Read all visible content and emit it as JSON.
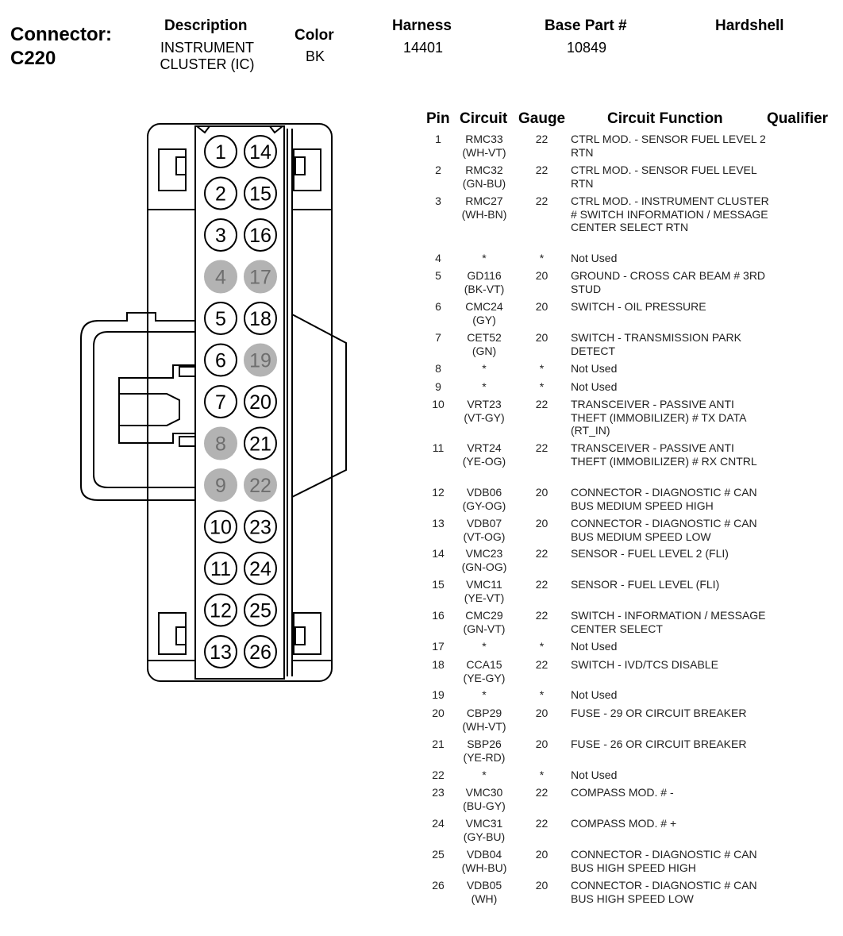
{
  "header": {
    "connector_label": "Connector:",
    "connector_id": "C220",
    "description_label": "Description",
    "description_value": "INSTRUMENT CLUSTER (IC)",
    "color_label": "Color",
    "color_value": "BK",
    "harness_label": "Harness",
    "harness_value": "14401",
    "base_part_label": "Base Part #",
    "base_part_value": "10849",
    "hardshell_label": "Hardshell"
  },
  "table": {
    "columns": [
      "Pin",
      "Circuit",
      "Gauge",
      "Circuit Function",
      "Qualifier"
    ],
    "rows": [
      {
        "pin": "1",
        "circuit": "RMC33",
        "color": "(WH-VT)",
        "gauge": "22",
        "function": "CTRL MOD. - SENSOR FUEL LEVEL 2 RTN"
      },
      {
        "pin": "2",
        "circuit": "RMC32",
        "color": "(GN-BU)",
        "gauge": "22",
        "function": "CTRL MOD. - SENSOR FUEL LEVEL RTN"
      },
      {
        "pin": "3",
        "circuit": "RMC27",
        "color": "(WH-BN)",
        "gauge": "22",
        "function": "CTRL MOD. - INSTRUMENT CLUSTER # SWITCH INFORMATION / MESSAGE CENTER SELECT RTN"
      },
      {
        "pin": "4",
        "circuit": "*",
        "color": "",
        "gauge": "*",
        "function": "Not Used"
      },
      {
        "pin": "5",
        "circuit": "GD116",
        "color": "(BK-VT)",
        "gauge": "20",
        "function": "GROUND - CROSS CAR BEAM # 3RD STUD"
      },
      {
        "pin": "6",
        "circuit": "CMC24",
        "color": "(GY)",
        "gauge": "20",
        "function": "SWITCH - OIL PRESSURE"
      },
      {
        "pin": "7",
        "circuit": "CET52",
        "color": "(GN)",
        "gauge": "20",
        "function": "SWITCH - TRANSMISSION PARK DETECT"
      },
      {
        "pin": "8",
        "circuit": "*",
        "color": "",
        "gauge": "*",
        "function": "Not Used"
      },
      {
        "pin": "9",
        "circuit": "*",
        "color": "",
        "gauge": "*",
        "function": "Not Used"
      },
      {
        "pin": "10",
        "circuit": "VRT23",
        "color": "(VT-GY)",
        "gauge": "22",
        "function": "TRANSCEIVER - PASSIVE ANTI THEFT (IMMOBILIZER) # TX DATA (RT_IN)"
      },
      {
        "pin": "11",
        "circuit": "VRT24",
        "color": "(YE-OG)",
        "gauge": "22",
        "function": "TRANSCEIVER - PASSIVE ANTI THEFT (IMMOBILIZER) # RX CNTRL"
      },
      {
        "pin": "12",
        "circuit": "VDB06",
        "color": "(GY-OG)",
        "gauge": "20",
        "function": "CONNECTOR - DIAGNOSTIC # CAN BUS MEDIUM SPEED HIGH"
      },
      {
        "pin": "13",
        "circuit": "VDB07",
        "color": "(VT-OG)",
        "gauge": "20",
        "function": "CONNECTOR - DIAGNOSTIC # CAN BUS MEDIUM SPEED LOW"
      },
      {
        "pin": "14",
        "circuit": "VMC23",
        "color": "(GN-OG)",
        "gauge": "22",
        "function": "SENSOR - FUEL LEVEL 2 (FLI)"
      },
      {
        "pin": "15",
        "circuit": "VMC11",
        "color": "(YE-VT)",
        "gauge": "22",
        "function": "SENSOR - FUEL LEVEL (FLI)"
      },
      {
        "pin": "16",
        "circuit": "CMC29",
        "color": "(GN-VT)",
        "gauge": "22",
        "function": "SWITCH - INFORMATION / MESSAGE CENTER SELECT"
      },
      {
        "pin": "17",
        "circuit": "*",
        "color": "",
        "gauge": "*",
        "function": "Not Used"
      },
      {
        "pin": "18",
        "circuit": "CCA15",
        "color": "(YE-GY)",
        "gauge": "22",
        "function": "SWITCH - IVD/TCS DISABLE"
      },
      {
        "pin": "19",
        "circuit": "*",
        "color": "",
        "gauge": "*",
        "function": "Not Used"
      },
      {
        "pin": "20",
        "circuit": "CBP29",
        "color": "(WH-VT)",
        "gauge": "20",
        "function": "FUSE - 29 OR CIRCUIT BREAKER"
      },
      {
        "pin": "21",
        "circuit": "SBP26",
        "color": "(YE-RD)",
        "gauge": "20",
        "function": "FUSE - 26 OR CIRCUIT BREAKER"
      },
      {
        "pin": "22",
        "circuit": "*",
        "color": "",
        "gauge": "*",
        "function": "Not Used"
      },
      {
        "pin": "23",
        "circuit": "VMC30",
        "color": "(BU-GY)",
        "gauge": "22",
        "function": "COMPASS MOD. # -"
      },
      {
        "pin": "24",
        "circuit": "VMC31",
        "color": "(GY-BU)",
        "gauge": "22",
        "function": "COMPASS MOD. # +"
      },
      {
        "pin": "25",
        "circuit": "VDB04",
        "color": "(WH-BU)",
        "gauge": "20",
        "function": "CONNECTOR - DIAGNOSTIC # CAN BUS HIGH SPEED HIGH"
      },
      {
        "pin": "26",
        "circuit": "VDB05",
        "color": "(WH)",
        "gauge": "20",
        "function": "CONNECTOR - DIAGNOSTIC # CAN BUS HIGH SPEED LOW"
      }
    ]
  },
  "diagram": {
    "left_column": [
      "1",
      "2",
      "3",
      "4",
      "5",
      "6",
      "7",
      "8",
      "9",
      "10",
      "11",
      "12",
      "13"
    ],
    "right_column": [
      "14",
      "15",
      "16",
      "17",
      "18",
      "19",
      "20",
      "21",
      "22",
      "23",
      "24",
      "25",
      "26"
    ],
    "unused_pins": [
      "4",
      "8",
      "9",
      "17",
      "19",
      "22"
    ],
    "colors": {
      "unused_fill": "#b3b3b3",
      "unused_text": "#6e6e6e",
      "stroke": "#000000"
    }
  }
}
